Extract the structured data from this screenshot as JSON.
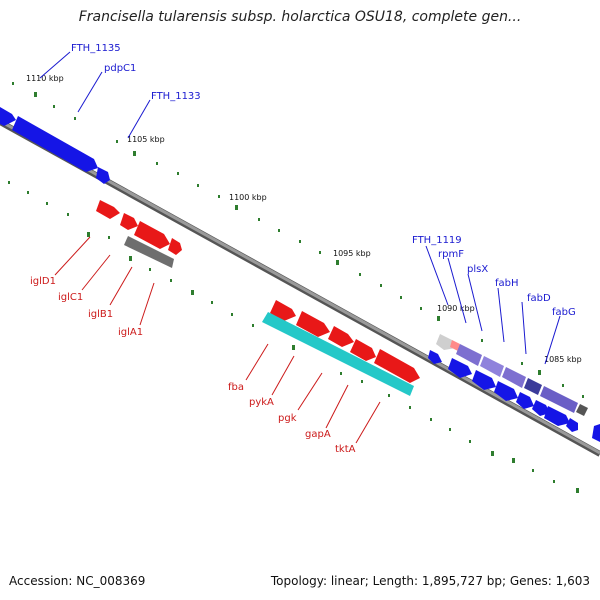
{
  "title": "Francisella tularensis subsp. holarctica OSU18, complete gen...",
  "footer": {
    "accession": "Accession: NC_008369",
    "summary": "Topology: linear; Length: 1,895,727 bp; Genes: 1,603"
  },
  "colors": {
    "background": "#ffffff",
    "backbone": "#7a7a7a",
    "tick_mark": "#2e7d2e",
    "forward_gene": "#1515e6",
    "red_gene": "#e81818",
    "cyan_gene": "#24c8c8",
    "grey_gene": "#6e6e6e",
    "purple_gene": "#7d6fd0",
    "label_blue": "#1a1ad0",
    "label_red": "#cc1a1a"
  },
  "ruler": [
    {
      "label": "1110 kbp"
    },
    {
      "label": "1105 kbp"
    },
    {
      "label": "1100 kbp"
    },
    {
      "label": "1095 kbp"
    },
    {
      "label": "1090 kbp"
    },
    {
      "label": "1085 kbp"
    }
  ],
  "gene_labels": [
    {
      "name": "FTH_1135",
      "color": "blue"
    },
    {
      "name": "pdpC1",
      "color": "blue"
    },
    {
      "name": "FTH_1133",
      "color": "blue"
    },
    {
      "name": "iglD1",
      "color": "red"
    },
    {
      "name": "iglC1",
      "color": "red"
    },
    {
      "name": "iglB1",
      "color": "red"
    },
    {
      "name": "iglA1",
      "color": "red"
    },
    {
      "name": "fba",
      "color": "red"
    },
    {
      "name": "pykA",
      "color": "red"
    },
    {
      "name": "pgk",
      "color": "red"
    },
    {
      "name": "gapA",
      "color": "red"
    },
    {
      "name": "tktA",
      "color": "red"
    },
    {
      "name": "FTH_1119",
      "color": "blue"
    },
    {
      "name": "rpmF",
      "color": "blue"
    },
    {
      "name": "plsX",
      "color": "blue"
    },
    {
      "name": "fabH",
      "color": "blue"
    },
    {
      "name": "fabD",
      "color": "blue"
    },
    {
      "name": "fabG",
      "color": "blue"
    }
  ]
}
